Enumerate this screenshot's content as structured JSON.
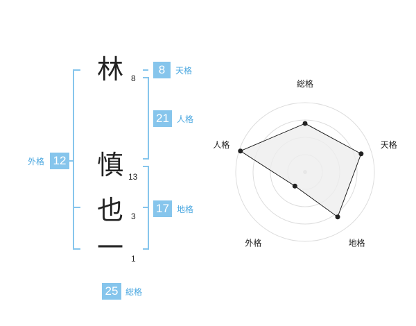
{
  "name": {
    "characters": [
      {
        "char": "林",
        "strokes": "8"
      },
      {
        "char": "慎",
        "strokes": "13"
      },
      {
        "char": "也",
        "strokes": "3"
      },
      {
        "char": "一",
        "strokes": "1"
      }
    ]
  },
  "fortunes": {
    "tenkaku": {
      "value": "8",
      "label": "天格"
    },
    "jinkaku": {
      "value": "21",
      "label": "人格"
    },
    "chikaku": {
      "value": "17",
      "label": "地格"
    },
    "gaikaku": {
      "value": "12",
      "label": "外格"
    },
    "soukaku": {
      "value": "25",
      "label": "総格"
    }
  },
  "colors": {
    "badge": "#86c5ec",
    "bracket": "#86c5ec",
    "label": "#4aa7e0",
    "radar_fill": "#eeeeee",
    "radar_line": "#222222",
    "grid": "#dddddd"
  },
  "chart_data": {
    "type": "radar",
    "axes": [
      "総格",
      "天格",
      "地格",
      "外格",
      "人格"
    ],
    "values": [
      0.7,
      0.85,
      0.8,
      0.25,
      0.98
    ],
    "range": [
      0,
      1
    ],
    "rings": 4,
    "grid": true
  }
}
